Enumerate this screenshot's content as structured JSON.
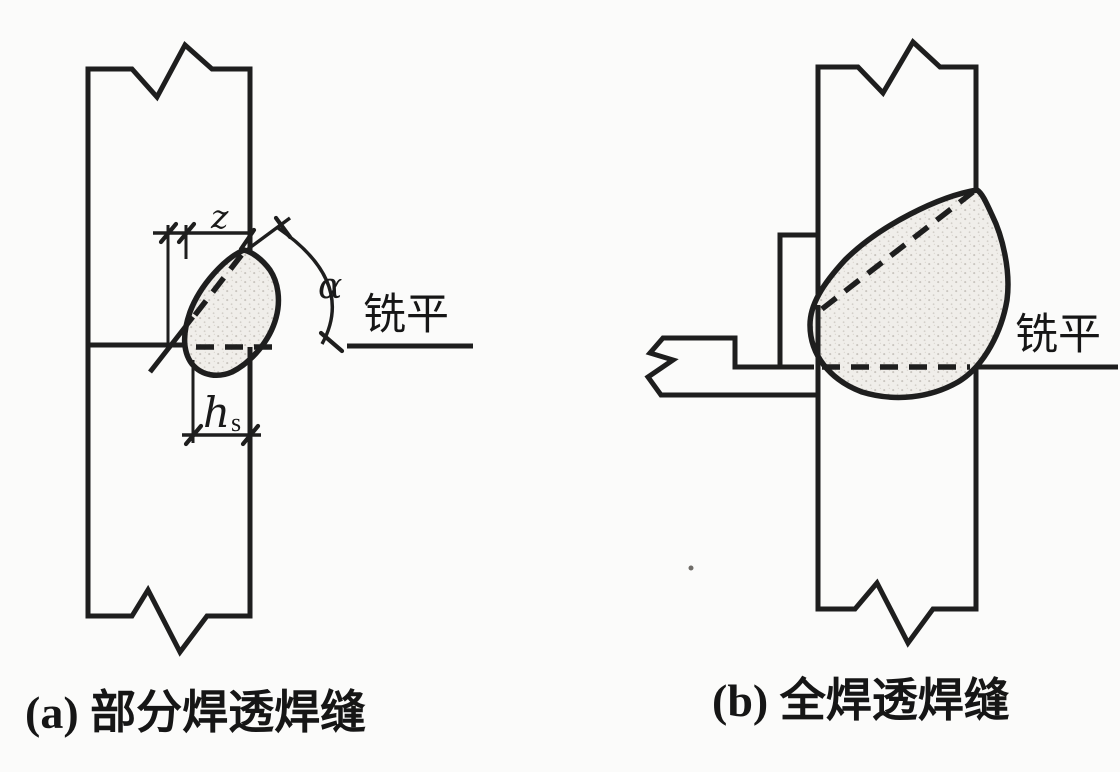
{
  "colors": {
    "line": "#1e1e1e",
    "background": "#fbfbfa",
    "weld_fill": "#f0eeea",
    "stipple_dot": "#c9c5bf"
  },
  "diagram_a": {
    "caption": "(a) 部分焊透焊缝",
    "labels": {
      "z": "z",
      "alpha": "α",
      "mill_flat": "铣平",
      "h_main": "h",
      "h_sub": "s"
    }
  },
  "diagram_b": {
    "caption": "(b) 全焊透焊缝",
    "labels": {
      "mill_flat": "铣平"
    }
  }
}
